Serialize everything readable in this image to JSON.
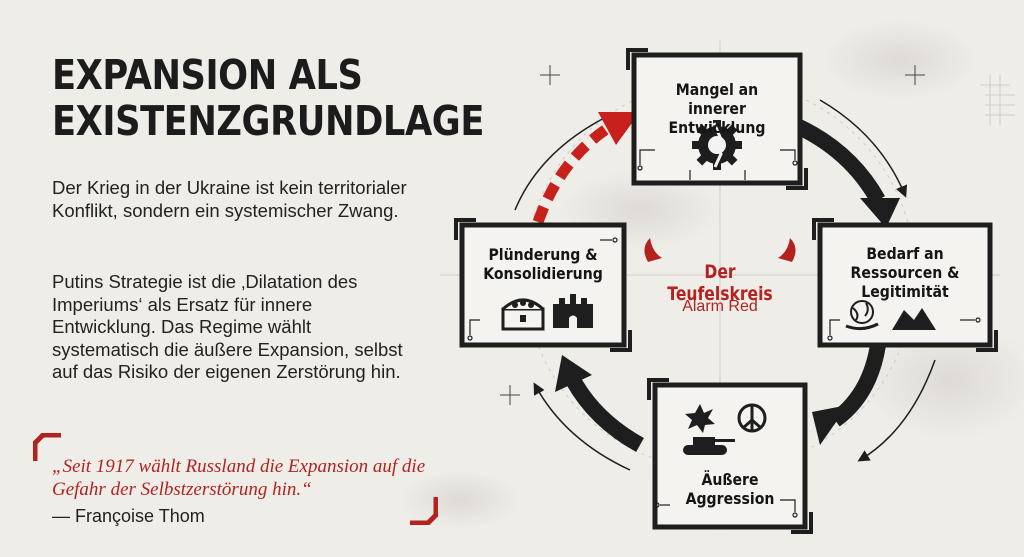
{
  "header": {
    "title_line1": "EXPANSION ALS",
    "title_line2": "EXISTENZGRUNDLAGE"
  },
  "body": {
    "paragraph1": "Der Krieg in der Ukraine ist kein territorialer Konflikt, sondern ein systemischer Zwang.",
    "paragraph2": "Putins Strategie ist die ‚Dilatation des Imperiums‘ als Ersatz für innere Entwicklung. Das Regime wählt systematisch die äußere Expansion, selbst auf das Risiko der eigenen Zerstörung hin."
  },
  "quote": {
    "text": "„Seit 1917 wählt Russland die Expansion auf die Gefahr der Selbstzerstörung hin.“",
    "author": "— Françoise Thom"
  },
  "diagram": {
    "center_title": "Der Teufelskreis",
    "center_subtitle": "Alarm Red",
    "nodes": [
      {
        "id": "top",
        "line1": "Mangel an innerer",
        "line2": "Entwicklung",
        "icon": "broken-gear-icon"
      },
      {
        "id": "right",
        "line1": "Bedarf an",
        "line2": "Ressourcen &",
        "line3": "Legitimität",
        "icon": "globe-hand-icon"
      },
      {
        "id": "bottom",
        "line1": "Äußere",
        "line2": "Aggression",
        "icon": "tank-explosion-icon"
      },
      {
        "id": "left",
        "line1": "Plünderung &",
        "line2": "Konsolidierung",
        "icon": "treasure-fortress-icon"
      }
    ]
  },
  "colors": {
    "accent_red": "#b3221f",
    "ink": "#1e1e1e",
    "paper": "#efede8"
  }
}
